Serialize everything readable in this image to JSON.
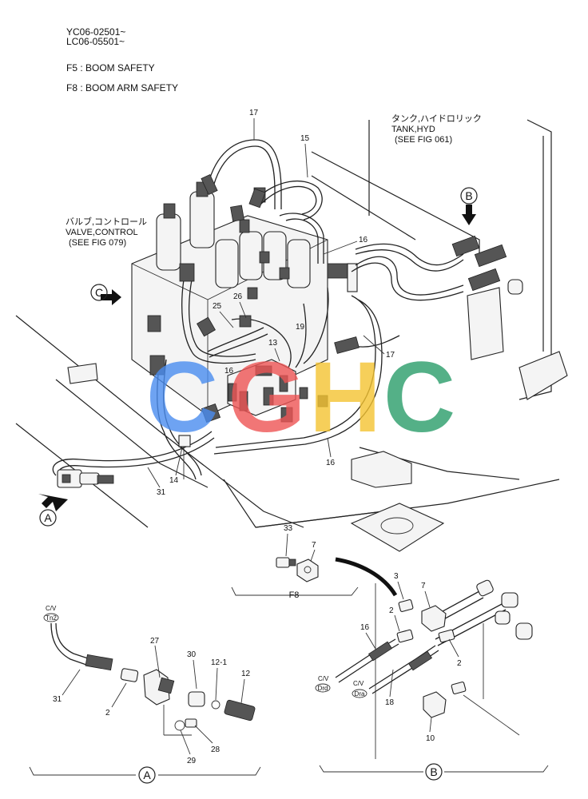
{
  "header": {
    "serial_1": "YC06-02501~",
    "serial_2": "LC06-05501~",
    "legend_f5": "F5 : BOOM SAFETY",
    "legend_f8": "F8 : BOOM ARM SAFETY"
  },
  "notes": {
    "tank_jp": "タンク,ハイドロリック",
    "tank_en": "TANK,HYD",
    "tank_ref": "(SEE FIG 061)",
    "valve_jp": "バルブ,コントロール",
    "valve_en": "VALVE,CONTROL",
    "valve_ref": "(SEE FIG 079)"
  },
  "views": {
    "a": "A",
    "b": "B",
    "c": "C",
    "f8": "F8"
  },
  "tags": {
    "cv": "C/V",
    "tn2": "Tn2",
    "drd": "Drd",
    "dra": "Dra"
  },
  "parts": {
    "p17a": "17",
    "p15": "15",
    "p16a": "16",
    "p25": "25",
    "p26": "26",
    "p19": "19",
    "p13": "13",
    "p16b": "16",
    "p17b": "17",
    "p16c": "16",
    "p31": "31",
    "p14": "14",
    "p33": "33",
    "p7a": "7",
    "a31": "31",
    "a2": "2",
    "a27": "27",
    "a30": "30",
    "a12_1": "12-1",
    "a12": "12",
    "a29": "29",
    "a28": "28",
    "b3": "3",
    "b7": "7",
    "b2a": "2",
    "b16": "16",
    "b2b": "2",
    "b18": "18",
    "b10": "10"
  },
  "watermark": {
    "letters": [
      "C",
      "G",
      "H",
      "C"
    ],
    "colors": [
      "#4a8df0",
      "#ee5555",
      "#f5c431",
      "#2a9d6a"
    ]
  }
}
